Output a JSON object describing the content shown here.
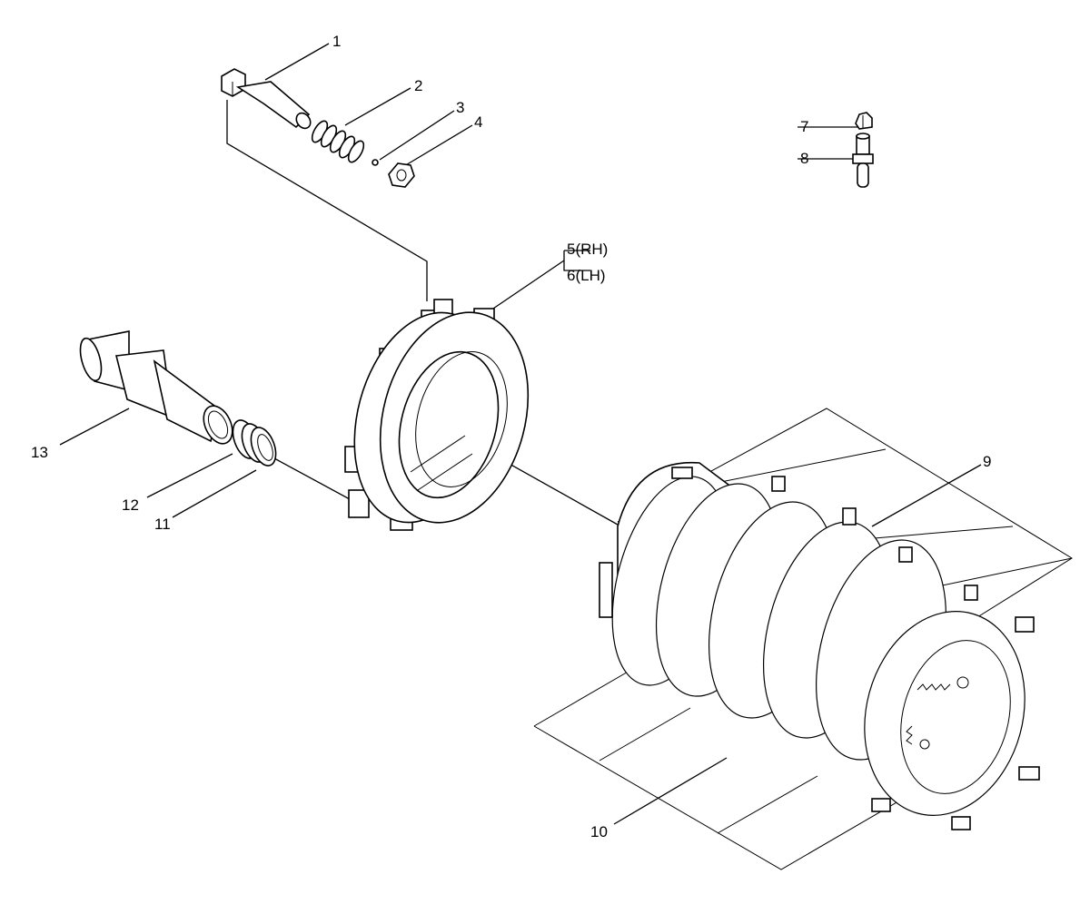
{
  "colors": {
    "ink": "#000000",
    "background": "#ffffff"
  },
  "callouts": [
    {
      "id": "1",
      "text": "1"
    },
    {
      "id": "2",
      "text": "2"
    },
    {
      "id": "3",
      "text": "3"
    },
    {
      "id": "4",
      "text": "4"
    },
    {
      "id": "5",
      "text": "5(RH)"
    },
    {
      "id": "6",
      "text": "6(LH)"
    },
    {
      "id": "7",
      "text": "7"
    },
    {
      "id": "8",
      "text": "8"
    },
    {
      "id": "9",
      "text": "9"
    },
    {
      "id": "10",
      "text": "10"
    },
    {
      "id": "11",
      "text": "11"
    },
    {
      "id": "12",
      "text": "12"
    },
    {
      "id": "13",
      "text": "13"
    }
  ]
}
